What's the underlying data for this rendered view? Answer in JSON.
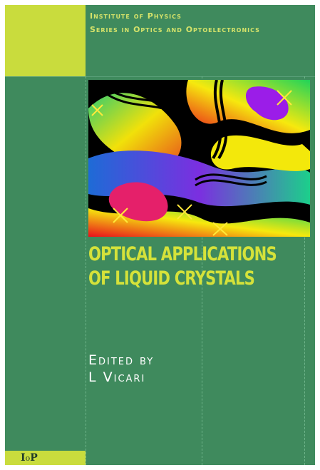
{
  "series": {
    "publisher_name": "Institute of Physics",
    "series_name": "Series in Optics and Optoelectronics"
  },
  "book": {
    "title_line1": "OPTICAL APPLICATIONS",
    "title_line2": "OF LIQUID CRYSTALS",
    "edited_by": "Edited by",
    "editor_name": "L Vicari"
  },
  "publisher_logo": {
    "letter1": "I",
    "letter2": "o",
    "letter3": "P"
  },
  "colors": {
    "background": "#3f8a5d",
    "accent": "#c9dc3d",
    "title": "#d5e23a"
  },
  "icons": {
    "cover_art": "liquid-crystal-texture-image"
  }
}
